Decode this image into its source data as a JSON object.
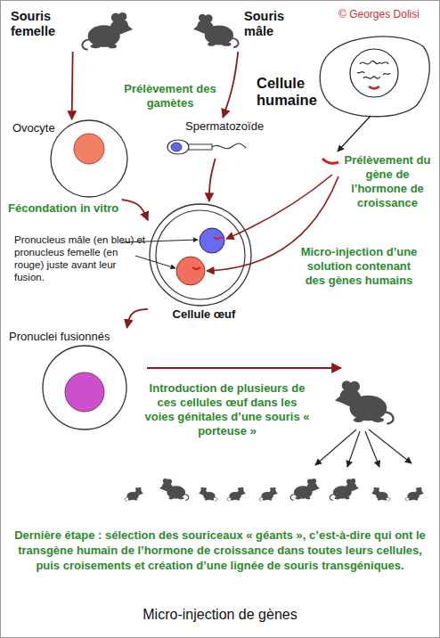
{
  "diagram": {
    "caption": "Micro-injection de gènes",
    "nodes": [
      {
        "text": [
          "Souris femelle"
        ]
      },
      {
        "text": [
          "Souris mâle"
        ]
      },
      {
        "text": [
          "Cellule humaine"
        ]
      },
      {
        "text": [
          "Ovocyte"
        ]
      },
      {
        "text": [
          "Spermatozoïde"
        ]
      },
      {
        "text": [
          "Cellule œuf"
        ]
      },
      {
        "text": [
          "Pronuclei fusionnés"
        ]
      }
    ],
    "edges": [
      {
        "from": 0,
        "to": 3,
        "arrow": "to"
      },
      {
        "from": 1,
        "to": 4,
        "arrow": "to"
      },
      {
        "from": 3,
        "to": 5,
        "arrow": "to"
      },
      {
        "from": 4,
        "to": 5,
        "arrow": "to"
      },
      {
        "from": 5,
        "to": 6,
        "arrow": "to"
      }
    ],
    "labels": [
      "© Georges Dolisi",
      "Prélèvement des gamètes",
      "Prélèvement du gène de l’hormone de croissance",
      "Fécondation in vitro",
      "Pronucleus mâle (en bleu) et pronucleus femelle (en rouge) juste avant leur fusion.",
      "Micro-injection d’une solution contenant des gènes humains",
      "Introduction de plusieurs de ces cellules œuf dans les voies génitales d’une souris « porteuse »",
      "Dernière étape : sélection des souriceaux « géants », c’est-à-dire qui ont le transgène humain de l’hormone de croissance dans toutes leurs cellules, puis croisements et création d’une lignée de souris transgéniques."
    ]
  }
}
